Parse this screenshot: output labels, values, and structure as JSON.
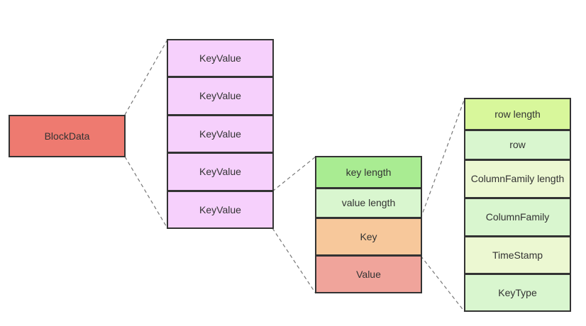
{
  "block_data": {
    "label": "BlockData",
    "color": "#ee7a70"
  },
  "key_value_list": {
    "color": "#f6d0fc",
    "items": [
      {
        "label": "KeyValue"
      },
      {
        "label": "KeyValue"
      },
      {
        "label": "KeyValue"
      },
      {
        "label": "KeyValue"
      },
      {
        "label": "KeyValue"
      }
    ]
  },
  "key_value_structure": {
    "fields": [
      {
        "label": "key length",
        "color": "#a9ec92"
      },
      {
        "label": "value length",
        "color": "#d9f6cf"
      },
      {
        "label": "Key",
        "color": "#f7c89b"
      },
      {
        "label": "Value",
        "color": "#f0a49b"
      }
    ]
  },
  "key_structure": {
    "fields": [
      {
        "label": "row length",
        "color": "#d8f79b"
      },
      {
        "label": "row",
        "color": "#d9f6cf"
      },
      {
        "label": "ColumnFamily length",
        "color": "#ecf8d2"
      },
      {
        "label": "ColumnFamily",
        "color": "#d9f6cf"
      },
      {
        "label": "TimeStamp",
        "color": "#ecf8d2"
      },
      {
        "label": "KeyType",
        "color": "#d9f6cf"
      }
    ]
  },
  "connector_color": "#777777",
  "border_color": "#333333"
}
